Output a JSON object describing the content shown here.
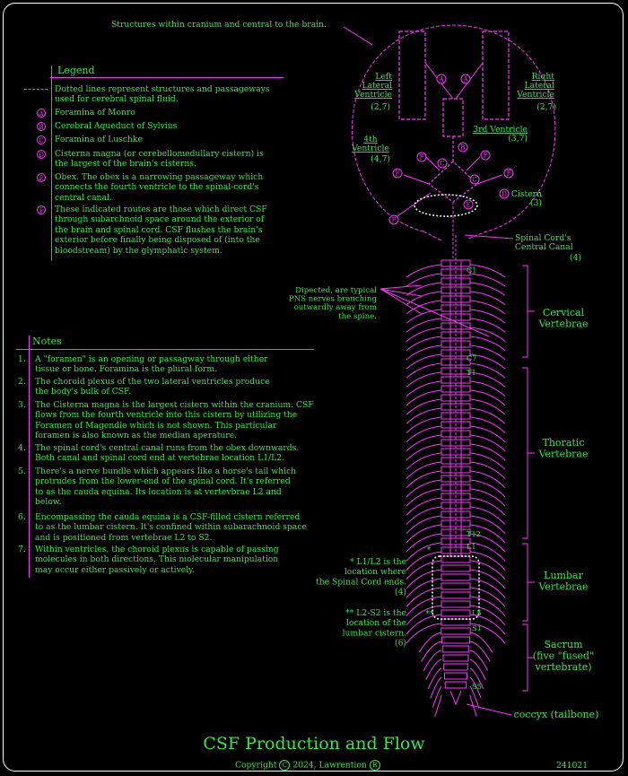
{
  "header_caption": "Structures within cranium and central to the brain.",
  "legend": {
    "title": "Legend",
    "items": [
      {
        "key": "",
        "lines": [
          "Dotted lines represent structures and passageways",
          "used for cerebral spinal fluid."
        ]
      },
      {
        "key": "A",
        "lines": [
          "Foramina of Monro"
        ]
      },
      {
        "key": "B",
        "lines": [
          "Cerebral Aqueduct of Sylvius"
        ]
      },
      {
        "key": "C",
        "lines": [
          "Foramina of Luschke"
        ]
      },
      {
        "key": "D",
        "lines": [
          "Cisterna magna (or cerebellomedullary cistern) is",
          "the largest of the brain's cisterns."
        ]
      },
      {
        "key": "E",
        "lines": [
          "Obex. The obex is a narrowing passageway which",
          "connects the fourth ventricle to the spinal-cord's",
          "central canal."
        ]
      },
      {
        "key": "F",
        "lines": [
          "These indicated routes are those which direct CSF",
          "through subarchnoid space around the exterior of",
          "the brain and spinal cord. CSF flushes the brain's",
          "exterior before finally being disposed of (into the",
          "bloodstream) by the glymphatic system."
        ]
      }
    ]
  },
  "notes": {
    "title": "Notes",
    "items": [
      {
        "num": "1.",
        "lines": [
          "A \"foramen\" is an opening or passagway through either",
          "tissue or bone. Foramina is the plural form."
        ]
      },
      {
        "num": "2.",
        "lines": [
          "The choroid plexus of the two lateral ventricles produce",
          "the body's bulk of CSF."
        ]
      },
      {
        "num": "3.",
        "lines": [
          "The Cisterna magna is the largest cistern within the cranium. CSF",
          "flows from the fourth ventricle into this cistern by utilizing the",
          "Foramen of Magendie which is not shown. This particular",
          "foramen is also known as the median aperature."
        ]
      },
      {
        "num": "4.",
        "lines": [
          "The spinal cord's central canal runs from the obex downwards.",
          "Both canal and spinal cord end at vertebrae location L1/L2."
        ]
      },
      {
        "num": "5.",
        "lines": [
          "There's a nerve bundle which appears like a horse's tail which",
          "protrudes from the lower-end of the spinal cord. It's referred",
          "to as the cauda equina. Its location is at vertevbrae L2 and",
          "below."
        ]
      },
      {
        "num": "6.",
        "lines": [
          "Encompassing the cauda equina is a CSF-filled cistern referred",
          "to as the lumbar cistern. It's confined within subarachnoid space",
          "and is positioned from vertebrae L2 to S2."
        ]
      },
      {
        "num": "7.",
        "lines": [
          "Within ventricles, the choroid plexus is capable of passing",
          "molecules in both directions. This molecular manipulation",
          "may occur either passively or actively."
        ]
      }
    ]
  },
  "brain": {
    "left_ventricle": {
      "lines": [
        "Left",
        "Lateral",
        "Ventricle"
      ],
      "ref": "(2,7)"
    },
    "right_ventricle": {
      "lines": [
        "Right",
        "Lateral",
        "Ventricle"
      ],
      "ref": "(2,7)"
    },
    "third_ventricle": {
      "label": "3rd Ventricle",
      "ref": "(3,7)"
    },
    "fourth_ventricle": {
      "lines": [
        "4th",
        "Ventricle"
      ],
      "ref": "(4,7)"
    },
    "cistern": {
      "label": "Cistern",
      "ref": "(3)"
    },
    "spinal_canal": {
      "lines": [
        "Spinal Cord's",
        "Central Canal"
      ],
      "ref": "(4)"
    },
    "markers": {
      "a": "A",
      "b": "B",
      "c": "C",
      "d": "D",
      "e": "E",
      "f": "F"
    }
  },
  "pns_note": [
    "Dipected, are typical",
    "PNS nerves branching",
    "outwardly away from",
    "the spine."
  ],
  "vertebrae": {
    "labels": {
      "c1": "C1",
      "c7": "C7",
      "t1": "T1",
      "t12": "T12",
      "l1": "L1",
      "l5": "L5",
      "s1": "S1",
      "s5": "S5"
    },
    "regions": [
      {
        "lines": [
          "Cervical",
          "Vertebrae"
        ]
      },
      {
        "lines": [
          "Thoratic",
          "Vertebrae"
        ]
      },
      {
        "lines": [
          "Lumbar",
          "Vertebrae"
        ]
      },
      {
        "lines": [
          "Sacrum",
          "(five \"fused\"",
          "vertebrate)"
        ]
      }
    ],
    "coccyx": "coccyx (tailbone)"
  },
  "side_notes": {
    "star1": {
      "marker": "*",
      "lines": [
        "*  L1/L2 is the",
        "location where",
        "the Spinal Cord ends.",
        "(4)"
      ]
    },
    "star2": {
      "marker": "**",
      "lines": [
        "**  L2-S2 is the",
        "location of the",
        "lumbar cistern.",
        "(6)"
      ]
    }
  },
  "footer": {
    "title": "CSF Production and Flow",
    "copyright": "Copyright",
    "copyright_mark": "C",
    "year_author": "2024, Lawrention",
    "registered_mark": "R",
    "code": "241021"
  },
  "colors": {
    "text": "#33e84a",
    "lines": "#ff33ff",
    "background": "#000000",
    "frame": "#ffffff"
  }
}
